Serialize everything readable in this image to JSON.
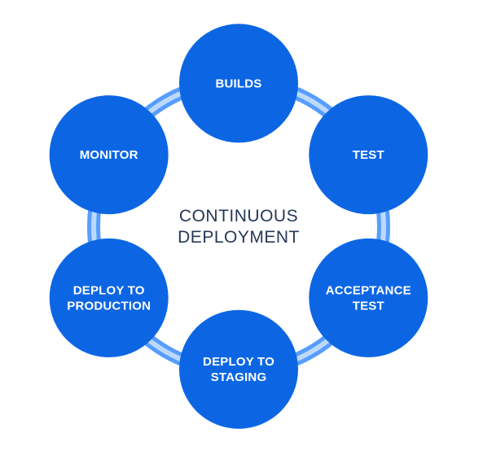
{
  "colors": {
    "node_fill": "#0c66e4",
    "ring_outer": "#579dff",
    "ring_inner": "#bcd9fb",
    "center_text": "#253858",
    "node_text": "#ffffff"
  },
  "center": {
    "lines": [
      "CONTINUOUS",
      "DEPLOYMENT"
    ]
  },
  "stages": [
    {
      "id": "builds",
      "lines": [
        "BUILDS"
      ]
    },
    {
      "id": "test",
      "lines": [
        "TEST"
      ]
    },
    {
      "id": "acceptance-test",
      "lines": [
        "ACCEPTANCE",
        "TEST"
      ]
    },
    {
      "id": "deploy-to-staging",
      "lines": [
        "DEPLOY TO",
        "STAGING"
      ]
    },
    {
      "id": "deploy-to-production",
      "lines": [
        "DEPLOY TO",
        "PRODUCTION"
      ]
    },
    {
      "id": "monitor",
      "lines": [
        "MONITOR"
      ]
    }
  ]
}
